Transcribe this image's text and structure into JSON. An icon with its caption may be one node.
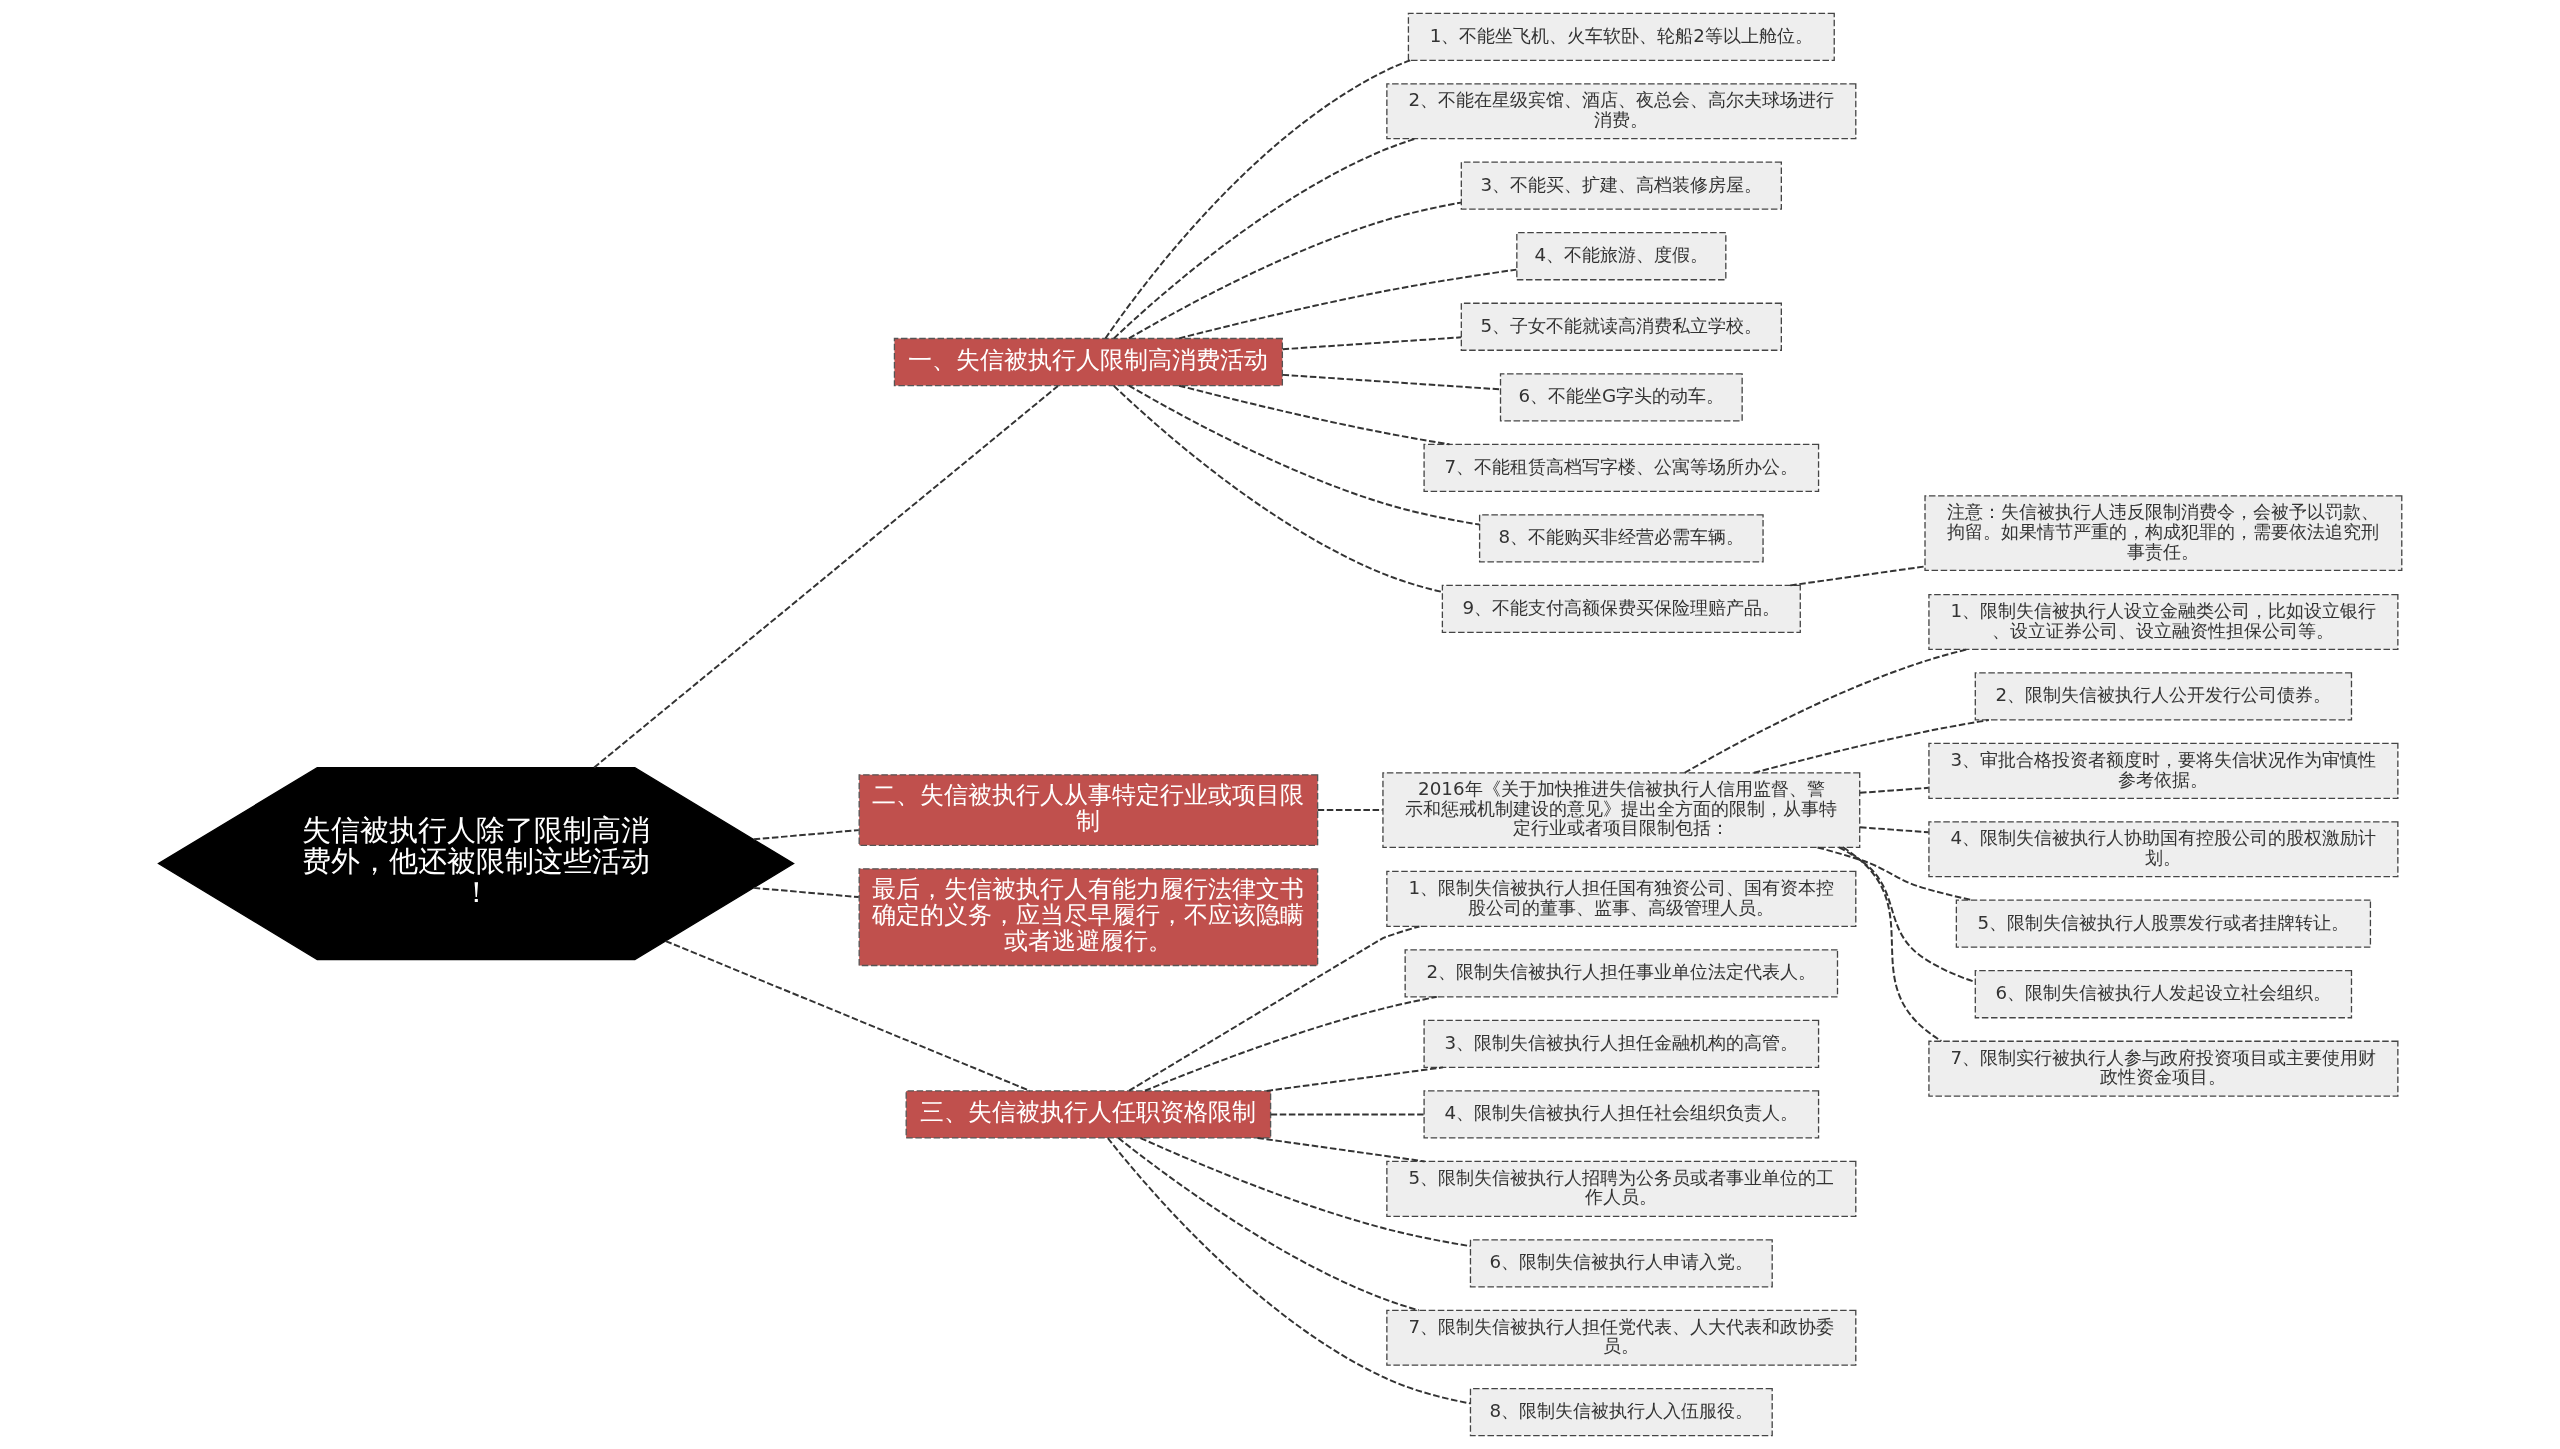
{
  "diagram": {
    "nodes": [
      {
        "text": [
          "失信被执行人除了限制高消费外，他还被限制这些活动！"
        ]
      },
      {
        "text": [
          "一、失信被执行人限制高消费活动"
        ]
      },
      {
        "text": [
          "1、不能坐飞机、火车软卧、轮船2等以上舱位。"
        ]
      },
      {
        "text": [
          "2、不能在星级宾馆、酒店、夜总会、高尔夫球场进行消费。"
        ]
      },
      {
        "text": [
          "3、不能买、扩建、高档装修房屋。"
        ]
      },
      {
        "text": [
          "4、不能旅游、度假。"
        ]
      },
      {
        "text": [
          "5、子女不能就读高消费私立学校。"
        ]
      },
      {
        "text": [
          "6、不能坐G字头的动车。"
        ]
      },
      {
        "text": [
          "7、不能租赁高档写字楼、公寓等场所办公。"
        ]
      },
      {
        "text": [
          "8、不能购买非经营必需车辆。"
        ]
      },
      {
        "text": [
          "9、不能支付高额保费买保险理赔产品。"
        ]
      },
      {
        "text": [
          "注意：失信被执行人违反限制消费令，会被予以罚款、拘留。如果情节严重的，构成犯罪的，需要依法追究刑事责任。"
        ]
      },
      {
        "text": [
          "二、失信被执行人从事特定行业或项目限制"
        ]
      },
      {
        "text": [
          "2016年《关于加快推进失信被执行人信用监督、警示和惩戒机制建设的意见》提出全方面的限制，从事特定行业或者项目限制包括："
        ]
      },
      {
        "text": [
          "1、限制失信被执行人设立金融类公司，比如设立银行、设立证券公司、设立融资性担保公司等。"
        ]
      },
      {
        "text": [
          "2、限制失信被执行人公开发行公司债券。"
        ]
      },
      {
        "text": [
          "3、审批合格投资者额度时，要将失信状况作为审慎性参考依据。"
        ]
      },
      {
        "text": [
          "4、限制失信被执行人协助国有控股公司的股权激励计划。"
        ]
      },
      {
        "text": [
          "5、限制失信被执行人股票发行或者挂牌转让。"
        ]
      },
      {
        "text": [
          "6、限制失信被执行人发起设立社会组织。"
        ]
      },
      {
        "text": [
          "7、限制实行被执行人参与政府投资项目或主要使用财政性资金项目。"
        ]
      },
      {
        "text": [
          "最后，失信被执行人有能力履行法律文书确定的义务，应当尽早履行，不应该隐瞒或者逃避履行。"
        ]
      },
      {
        "text": [
          "三、失信被执行人任职资格限制"
        ]
      },
      {
        "text": [
          "1、限制失信被执行人担任国有独资公司、国有资本控股公司的董事、监事、高级管理人员。"
        ]
      },
      {
        "text": [
          "2、限制失信被执行人担任事业单位法定代表人。"
        ]
      },
      {
        "text": [
          "3、限制失信被执行人担任金融机构的高管。"
        ]
      },
      {
        "text": [
          "4、限制失信被执行人担任社会组织负责人。"
        ]
      },
      {
        "text": [
          "5、限制失信被执行人招聘为公务员或者事业单位的工作人员。"
        ]
      },
      {
        "text": [
          "6、限制失信被执行人申请入党。"
        ]
      },
      {
        "text": [
          "7、限制失信被执行人担任党代表、人大代表和政协委员。"
        ]
      },
      {
        "text": [
          "8、限制失信被执行人入伍服役。"
        ]
      }
    ],
    "edges": [
      {
        "from": 0,
        "to": 1,
        "arrow": "none",
        "style": "dashed"
      },
      {
        "from": 1,
        "to": 2,
        "arrow": "none",
        "style": "dashed"
      },
      {
        "from": 1,
        "to": 3,
        "arrow": "none",
        "style": "dashed"
      },
      {
        "from": 1,
        "to": 4,
        "arrow": "none",
        "style": "dashed"
      },
      {
        "from": 1,
        "to": 5,
        "arrow": "none",
        "style": "dashed"
      },
      {
        "from": 1,
        "to": 6,
        "arrow": "none",
        "style": "dashed"
      },
      {
        "from": 1,
        "to": 7,
        "arrow": "none",
        "style": "dashed"
      },
      {
        "from": 1,
        "to": 8,
        "arrow": "none",
        "style": "dashed"
      },
      {
        "from": 1,
        "to": 9,
        "arrow": "none",
        "style": "dashed"
      },
      {
        "from": 1,
        "to": 10,
        "arrow": "none",
        "style": "dashed"
      },
      {
        "from": 10,
        "to": 11,
        "arrow": "none",
        "style": "dashed"
      },
      {
        "from": 0,
        "to": 12,
        "arrow": "none",
        "style": "dashed"
      },
      {
        "from": 12,
        "to": 13,
        "arrow": "none",
        "style": "dashed"
      },
      {
        "from": 13,
        "to": 14,
        "arrow": "none",
        "style": "dashed"
      },
      {
        "from": 13,
        "to": 15,
        "arrow": "none",
        "style": "dashed"
      },
      {
        "from": 13,
        "to": 16,
        "arrow": "none",
        "style": "dashed"
      },
      {
        "from": 13,
        "to": 17,
        "arrow": "none",
        "style": "dashed"
      },
      {
        "from": 13,
        "to": 18,
        "arrow": "none",
        "style": "dashed"
      },
      {
        "from": 13,
        "to": 19,
        "arrow": "none",
        "style": "dashed"
      },
      {
        "from": 13,
        "to": 20,
        "arrow": "none",
        "style": "dashed"
      },
      {
        "from": 0,
        "to": 21,
        "arrow": "none",
        "style": "dashed"
      },
      {
        "from": 0,
        "to": 22,
        "arrow": "none",
        "style": "dashed"
      },
      {
        "from": 22,
        "to": 23,
        "arrow": "none",
        "style": "dashed"
      },
      {
        "from": 22,
        "to": 24,
        "arrow": "none",
        "style": "dashed"
      },
      {
        "from": 22,
        "to": 25,
        "arrow": "none",
        "style": "dashed"
      },
      {
        "from": 22,
        "to": 26,
        "arrow": "none",
        "style": "dashed"
      },
      {
        "from": 22,
        "to": 27,
        "arrow": "none",
        "style": "dashed"
      },
      {
        "from": 22,
        "to": 28,
        "arrow": "none",
        "style": "dashed"
      },
      {
        "from": 22,
        "to": 29,
        "arrow": "none",
        "style": "dashed"
      },
      {
        "from": 22,
        "to": 30,
        "arrow": "none",
        "style": "dashed"
      }
    ]
  }
}
